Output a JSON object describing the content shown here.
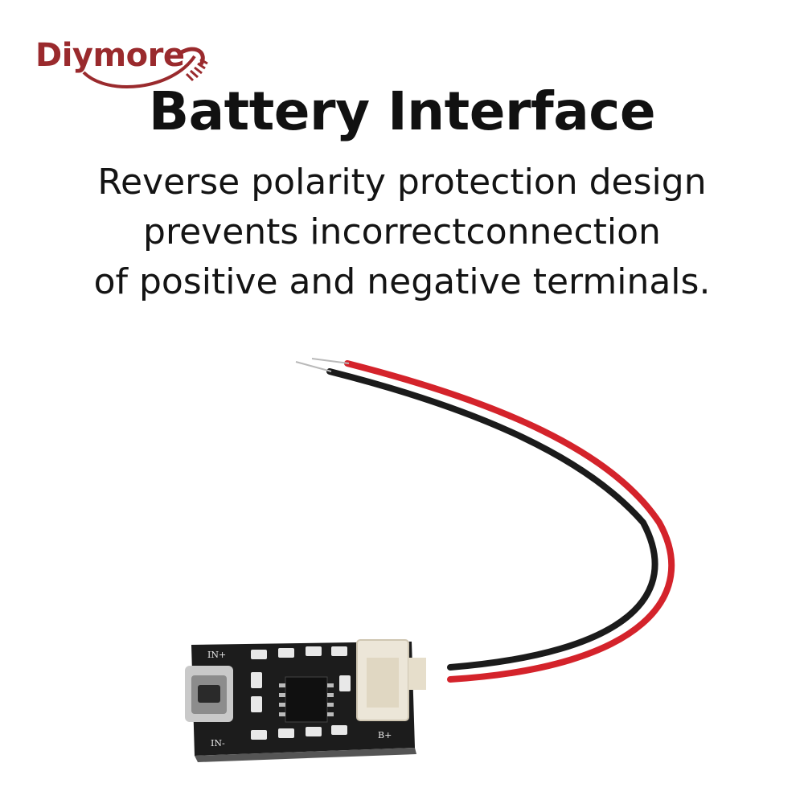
{
  "brand": {
    "name": "Diymore",
    "color": "#9a2a2d"
  },
  "title": "Battery Interface",
  "description_lines": [
    "Reverse polarity protection design",
    "prevents incorrectconnection",
    "of positive and negative terminals."
  ],
  "board": {
    "silkscreen": {
      "in_plus": "IN+",
      "in_minus": "IN-",
      "b_plus": "B+"
    },
    "wire_colors": {
      "positive": "#d4232b",
      "negative": "#1b1b1b"
    },
    "pcb_color": "#1c1c1c"
  }
}
